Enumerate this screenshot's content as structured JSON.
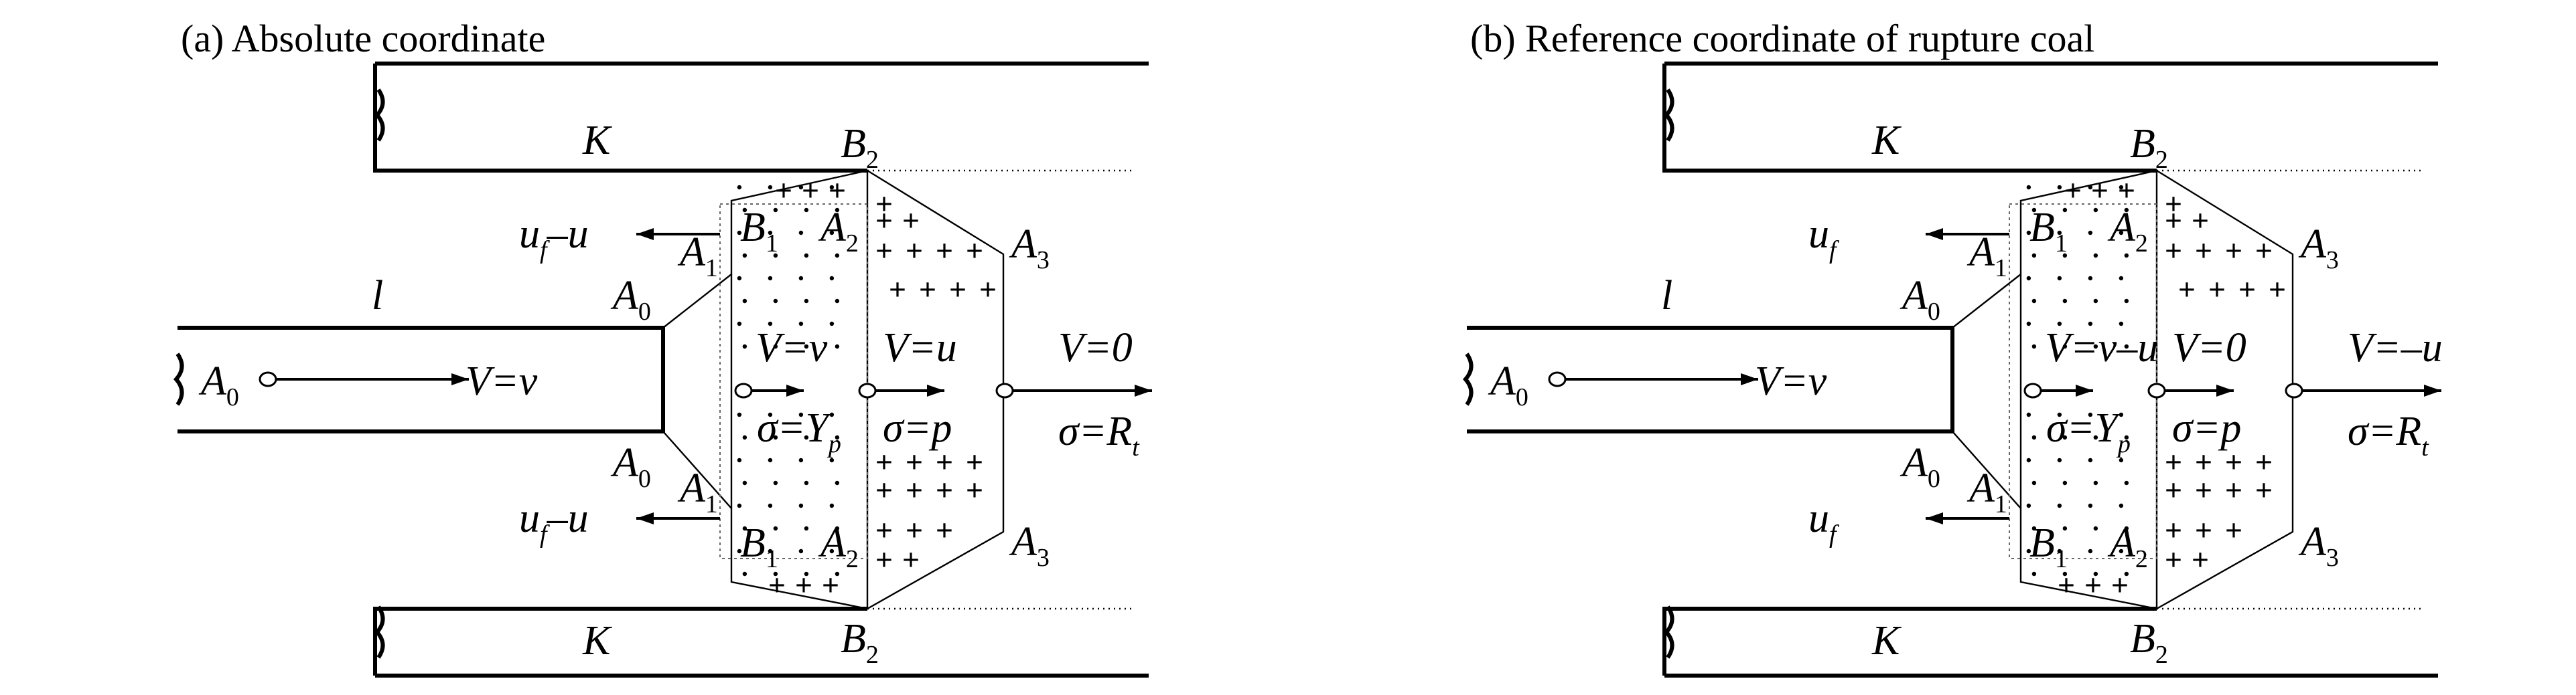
{
  "panels": [
    {
      "id": "a",
      "title": "(a) Absolute coordinate",
      "top_wall": {
        "main": "K",
        "sub": ""
      },
      "bottom_wall": {
        "main": "K",
        "sub": ""
      },
      "B2_top": {
        "main": "B",
        "sub": "2"
      },
      "B2_bottom": {
        "main": "B",
        "sub": "2"
      },
      "A3_top": {
        "main": "A",
        "sub": "3"
      },
      "A3_bottom": {
        "main": "A",
        "sub": "3"
      },
      "B1_top": {
        "main": "B",
        "sub": "1"
      },
      "A2_top": {
        "main": "A",
        "sub": "2"
      },
      "B1_bottom": {
        "main": "B",
        "sub": "1"
      },
      "A2_bottom": {
        "main": "A",
        "sub": "2"
      },
      "A1_top": {
        "main": "A",
        "sub": "1"
      },
      "A1_bottom": {
        "main": "A",
        "sub": "1"
      },
      "A0_top": {
        "main": "A",
        "sub": "0"
      },
      "A0_bottom": {
        "main": "A",
        "sub": "0"
      },
      "A0_left": {
        "main": "A",
        "sub": "0"
      },
      "length_label": "l",
      "flow_top": {
        "main": "u",
        "sub": "f",
        "tail": "–u"
      },
      "flow_bottom": {
        "main": "u",
        "sub": "f",
        "tail": "–u"
      },
      "v_left": "V=v",
      "v_zone": "V=v",
      "v_fracture": "V=u",
      "v_right": "V=0",
      "sigma_zone": {
        "main": "σ=Y",
        "sub": "p"
      },
      "sigma_fracture": "σ=p",
      "sigma_right": {
        "main": "σ=R",
        "sub": "t"
      }
    },
    {
      "id": "b",
      "title": "(b) Reference coordinate of rupture coal",
      "top_wall": {
        "main": "K",
        "sub": ""
      },
      "bottom_wall": {
        "main": "K",
        "sub": ""
      },
      "B2_top": {
        "main": "B",
        "sub": "2"
      },
      "B2_bottom": {
        "main": "B",
        "sub": "2"
      },
      "A3_top": {
        "main": "A",
        "sub": "3"
      },
      "A3_bottom": {
        "main": "A",
        "sub": "3"
      },
      "B1_top": {
        "main": "B",
        "sub": "1"
      },
      "A2_top": {
        "main": "A",
        "sub": "2"
      },
      "B1_bottom": {
        "main": "B",
        "sub": "1"
      },
      "A2_bottom": {
        "main": "A",
        "sub": "2"
      },
      "A1_top": {
        "main": "A",
        "sub": "1"
      },
      "A1_bottom": {
        "main": "A",
        "sub": "1"
      },
      "A0_top": {
        "main": "A",
        "sub": "0"
      },
      "A0_bottom": {
        "main": "A",
        "sub": "0"
      },
      "A0_left": {
        "main": "A",
        "sub": "0"
      },
      "length_label": "l",
      "flow_top": {
        "main": "u",
        "sub": "f",
        "tail": ""
      },
      "flow_bottom": {
        "main": "u",
        "sub": "f",
        "tail": ""
      },
      "v_left": "V=v",
      "v_zone": "V=v–u",
      "v_fracture": "V=0",
      "v_right": "V=–u",
      "sigma_zone": {
        "main": "σ=Y",
        "sub": "p"
      },
      "sigma_fracture": "σ=p",
      "sigma_right": {
        "main": "σ=R",
        "sub": "t"
      }
    }
  ]
}
